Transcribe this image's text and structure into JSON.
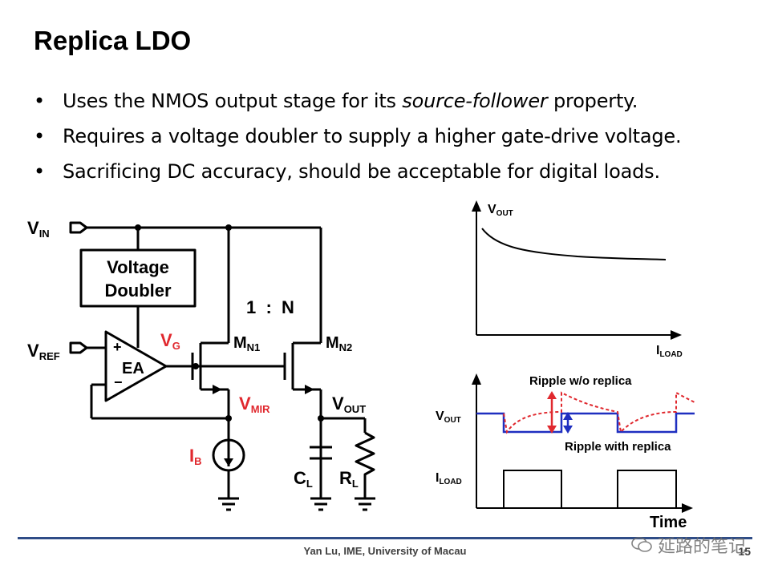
{
  "title": "Replica LDO",
  "bullets": [
    {
      "pre": "Uses the NMOS output stage for its ",
      "em": "source-follower",
      "post": " property."
    },
    {
      "pre": "Requires a voltage doubler to supply a higher gate-drive voltage.",
      "em": "",
      "post": ""
    },
    {
      "pre": "Sacrificing DC accuracy, should be acceptable for digital loads.",
      "em": "",
      "post": ""
    }
  ],
  "schematic": {
    "vin": {
      "main": "V",
      "sub": "IN"
    },
    "vref": {
      "main": "V",
      "sub": "REF"
    },
    "doubler_line1": "Voltage",
    "doubler_line2": "Doubler",
    "ratio": "1  :  N",
    "ea_label": "EA",
    "ea_plus": "+",
    "ea_minus": "−",
    "vg": {
      "main": "V",
      "sub": "G"
    },
    "mn1": {
      "main": "M",
      "sub": "N1"
    },
    "mn2": {
      "main": "M",
      "sub": "N2"
    },
    "vmir": {
      "main": "V",
      "sub": "MIR"
    },
    "vout": {
      "main": "V",
      "sub": "OUT"
    },
    "ib": {
      "main": "I",
      "sub": "B"
    },
    "cl": {
      "main": "C",
      "sub": "L"
    },
    "rl": {
      "main": "R",
      "sub": "L"
    },
    "red_color": "#e0282e",
    "blue_color": "#1f2fc0"
  },
  "plot1": {
    "ylabel": {
      "main": "V",
      "sub": "OUT"
    },
    "xlabel": {
      "main": "I",
      "sub": "LOAD"
    }
  },
  "plot2": {
    "vout_label": {
      "main": "V",
      "sub": "OUT"
    },
    "iload_label": {
      "main": "I",
      "sub": "LOAD"
    },
    "time_label": "Time",
    "ripple_without": "Ripple w/o replica",
    "ripple_with": "Ripple with replica"
  },
  "footer": "Yan Lu, IME, University of Macau",
  "page_number": "15",
  "watermark": "延路的笔记"
}
